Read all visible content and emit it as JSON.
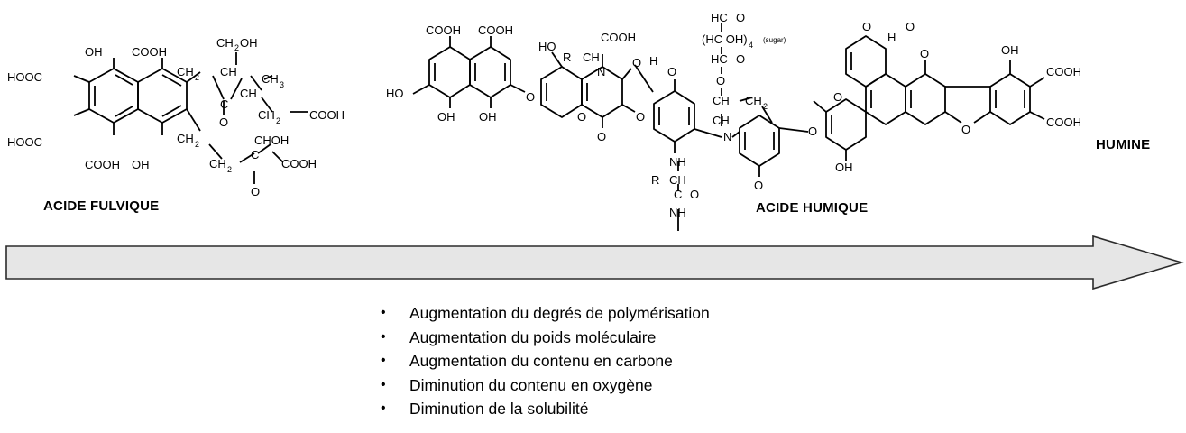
{
  "labels": {
    "fulvic": "ACIDE FULVIQUE",
    "humic": "ACIDE HUMIQUE",
    "humine": "HUMINE"
  },
  "fulvic_structure": {
    "groups": [
      "HOOC",
      "OH",
      "COOH",
      "CH",
      "2",
      "OH",
      "HOOC",
      "COOH",
      "OH",
      "CH",
      "2",
      "CH",
      "CH",
      "CH",
      "3",
      "C",
      "O",
      "CH",
      "2",
      "COOH",
      "CH",
      "2",
      "CH",
      "2",
      "C",
      "CHOH",
      "COOH",
      "O"
    ]
  },
  "humic_structure": {
    "groups": [
      "COOH",
      "COOH",
      "HO",
      "OH",
      "OH",
      "HO",
      "R",
      "CH",
      "N",
      "COOH",
      "O",
      "O",
      "H",
      "O",
      "O",
      "O",
      "O",
      "NH",
      "R",
      "CH",
      "C",
      "O",
      "NH",
      "HC",
      "O",
      "(HC OH)",
      "4",
      "(sugar)",
      "HC",
      "O",
      "O",
      "CH",
      "CH",
      "2",
      "CH",
      "N",
      "O",
      "O",
      "O",
      "O",
      "H",
      "O",
      "O",
      "OH",
      "COOH",
      "COOH",
      "O",
      "OH"
    ]
  },
  "trends": [
    "Augmentation du degrés de polymérisation",
    "Augmentation du poids moléculaire",
    "Augmentation du contenu en carbone",
    "Diminution du contenu en oxygène",
    "Diminution de la solubilité"
  ],
  "colors": {
    "arrow_fill": "#e6e6e6",
    "arrow_stroke": "#2b2b2b",
    "text": "#000000"
  }
}
